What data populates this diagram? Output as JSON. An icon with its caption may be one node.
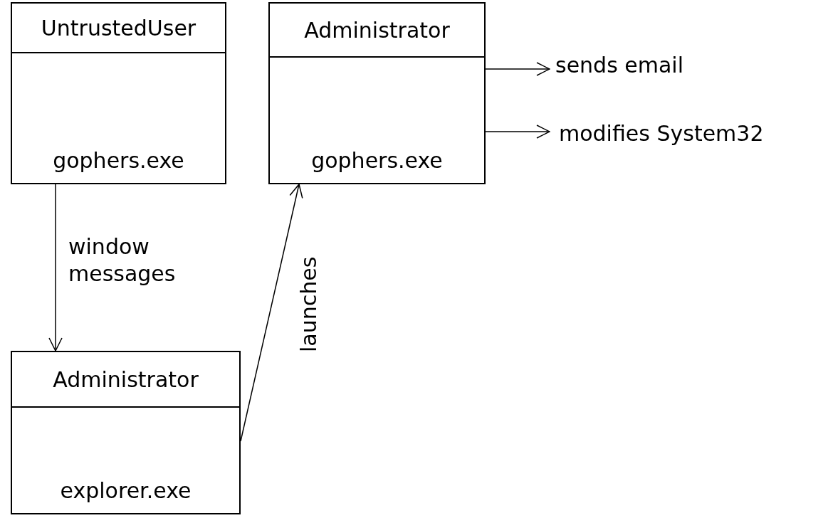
{
  "diagram": {
    "nodes": [
      {
        "text": [
          "UntrustedUser",
          "gophers.exe"
        ]
      },
      {
        "text": [
          "Administrator",
          "gophers.exe"
        ]
      },
      {
        "text": [
          "sends email"
        ]
      },
      {
        "text": [
          "modifies System32"
        ]
      },
      {
        "text": [
          "Administrator",
          "explorer.exe"
        ]
      }
    ],
    "edges": [
      {
        "from": 0,
        "to": 4,
        "arrow": "to",
        "label": "window messages"
      },
      {
        "from": 4,
        "to": 1,
        "arrow": "to",
        "label": "launches"
      },
      {
        "from": 1,
        "to": 2,
        "arrow": "to"
      },
      {
        "from": 1,
        "to": 3,
        "arrow": "to"
      }
    ]
  }
}
